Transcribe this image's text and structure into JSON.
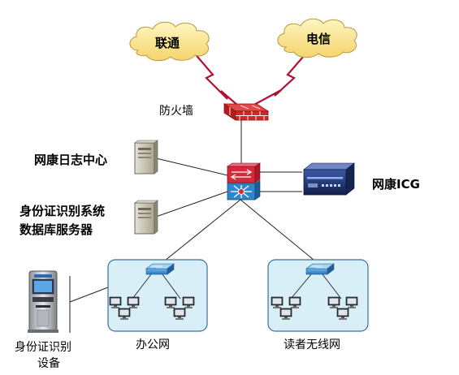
{
  "clouds": [
    {
      "label": "联通"
    },
    {
      "label": "电信"
    }
  ],
  "labels": {
    "firewall": "防火墙",
    "log_center": "网康日志中心",
    "id_db_line1": "身份证识别系统",
    "id_db_line2": "数据库服务器",
    "icg": "网康ICG",
    "office_net": "办公网",
    "reader_wifi": "读者无线网",
    "id_device_line1": "身份证识别",
    "id_device_line2": "设备"
  },
  "colors": {
    "cloud_fill": "#fce79a",
    "lightning": "#b01030",
    "firewall": "#cc2020",
    "switch_red": "#d8283c",
    "switch_blue": "#2f86c8",
    "lan_fill": "#d9eff8",
    "lan_border": "#3b6f98",
    "server_gray": "#c9c6b4",
    "icg_dark": "#1d3a7a"
  }
}
